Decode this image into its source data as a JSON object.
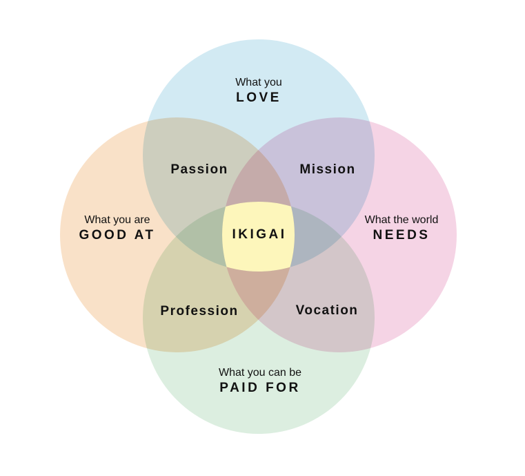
{
  "circles": {
    "love": {
      "sub": "What you",
      "title": "LOVE",
      "color": "#d2eaf3"
    },
    "good_at": {
      "sub": "What you are",
      "title": "GOOD AT",
      "color": "#f9e1c8"
    },
    "needs": {
      "sub": "What the world",
      "title": "NEEDS",
      "color": "#f5d4e5"
    },
    "paid_for": {
      "sub": "What you can be",
      "title": "PAID FOR",
      "color": "#dceee0"
    }
  },
  "intersections": {
    "passion": "Passion",
    "mission": "Mission",
    "profession": "Profession",
    "vocation": "Vocation",
    "center": "IKIGAI",
    "center_color": "#fdf6bb"
  }
}
